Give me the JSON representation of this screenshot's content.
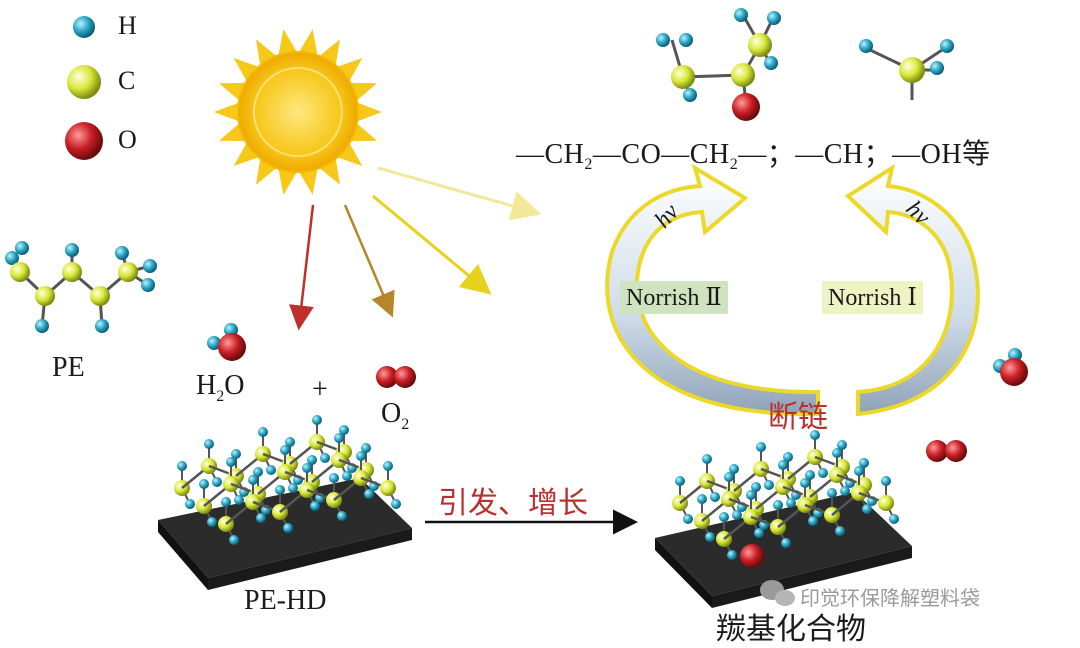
{
  "legend": [
    {
      "label": "H",
      "color": "#2aa6c4"
    },
    {
      "label": "C",
      "color": "#d8e83a"
    },
    {
      "label": "O",
      "color": "#c81e24"
    }
  ],
  "labels": {
    "pe": "PE",
    "pe_hd": "PE-HD",
    "h2o_h": "H",
    "h2o_sub": "2",
    "h2o_o": "O",
    "plus": "+",
    "o2_o": "O",
    "o2_sub": "2",
    "initiation": "引发、增长",
    "chain_break": "断链",
    "carbonyl": "羰基化合物",
    "hv_left": "hv",
    "hv_right": "hv",
    "norrish_2": "Norrish Ⅱ",
    "norrish_1": "Norrish Ⅰ",
    "watermark": "印觉环保降解塑料袋"
  },
  "formula": {
    "p1": "—CH",
    "s1": "2",
    "p2": "—CO—CH",
    "s2": "2",
    "p3": "—；—CH；—OH等"
  },
  "colors": {
    "arrow_red": "#c0302a",
    "arrow_brown": "#b8862a",
    "arrow_yellow": "#e6d21c",
    "arrow_pale": "#f3e79a",
    "sun": "#f6c81a",
    "plate": "#2b2b2b",
    "norrish_2_bg": "#cfe3c0",
    "norrish_1_bg": "#eef3c4"
  }
}
